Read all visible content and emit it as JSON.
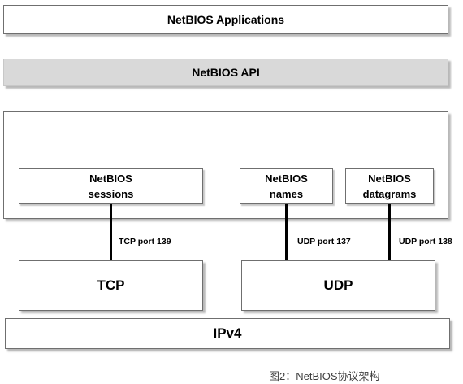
{
  "diagram": {
    "layers": {
      "applications": "NetBIOS Applications",
      "api": "NetBIOS API",
      "tcp": "TCP",
      "udp": "UDP",
      "ipv4": "IPv4"
    },
    "netbios_services": [
      {
        "line1": "NetBIOS",
        "line2": "sessions"
      },
      {
        "line1": "NetBIOS",
        "line2": "names"
      },
      {
        "line1": "NetBIOS",
        "line2": "datagrams"
      }
    ],
    "connections": [
      {
        "from": "NetBIOS sessions",
        "to": "TCP",
        "label": "TCP port 139"
      },
      {
        "from": "NetBIOS names",
        "to": "UDP",
        "label": "UDP port 137"
      },
      {
        "from": "NetBIOS datagrams",
        "to": "UDP",
        "label": "UDP port 138"
      }
    ],
    "caption": "图2：NetBIOS协议架构"
  }
}
